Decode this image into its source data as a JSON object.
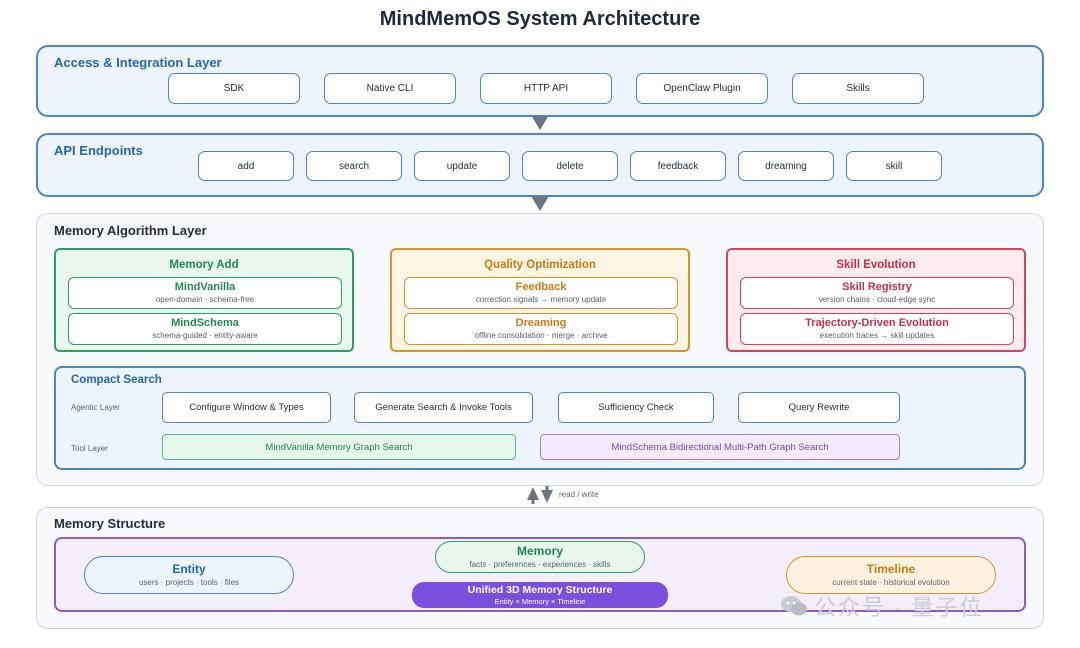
{
  "title": "MindMemOS System Architecture",
  "access_layer": {
    "title": "Access & Integration Layer",
    "items": [
      "SDK",
      "Native CLI",
      "HTTP API",
      "OpenClaw Plugin",
      "Skills"
    ]
  },
  "api_layer": {
    "title": "API Endpoints",
    "items": [
      "add",
      "search",
      "update",
      "delete",
      "feedback",
      "dreaming",
      "skill"
    ]
  },
  "algorithm_layer": {
    "title": "Memory Algorithm Layer",
    "groups": [
      {
        "title": "Memory Add",
        "cards": [
          {
            "title": "MindVanilla",
            "sub": "open-domain · schema-free"
          },
          {
            "title": "MindSchema",
            "sub": "schema-guided · entity-aware"
          }
        ]
      },
      {
        "title": "Quality Optimization",
        "cards": [
          {
            "title": "Feedback",
            "sub": "correction signals → memory update"
          },
          {
            "title": "Dreaming",
            "sub": "offline consolidation · merge · archive"
          }
        ]
      },
      {
        "title": "Skill Evolution",
        "cards": [
          {
            "title": "Skill Registry",
            "sub": "version chains · cloud-edge sync"
          },
          {
            "title": "Trajectory-Driven Evolution",
            "sub": "execution traces → skill updates"
          }
        ]
      }
    ],
    "compact_search": {
      "title": "Compact Search",
      "agentic_label": "Agentic Layer",
      "tool_label": "Tool Layer",
      "steps": [
        "Configure Window & Types",
        "Generate Search & Invoke Tools",
        "Sufficiency Check",
        "Query Rewrite"
      ],
      "tools": [
        "MindVanilla Memory Graph Search",
        "MindSchema Bidirectional Multi-Path Graph Search"
      ]
    }
  },
  "rw_label": "read / write",
  "memory_structure": {
    "title": "Memory Structure",
    "entity": {
      "title": "Entity",
      "sub": "users · projects · tools · files"
    },
    "memory": {
      "title": "Memory",
      "sub": "facts · preferences · experiences · skills"
    },
    "timeline": {
      "title": "Timeline",
      "sub": "current state · historical evolution"
    },
    "unified": {
      "title": "Unified 3D Memory Structure",
      "sub": "Entity × Memory × Timeline"
    }
  },
  "watermark": "公众号 · 量子位",
  "colors": {
    "primary_blue": "#4a86c8",
    "green": "#2e9e63",
    "orange": "#d9932b",
    "red": "#d3435d",
    "purple": "#7b4fdd",
    "arrow_grey": "#6b7480"
  },
  "icons": {
    "watermark": "wechat-icon"
  }
}
